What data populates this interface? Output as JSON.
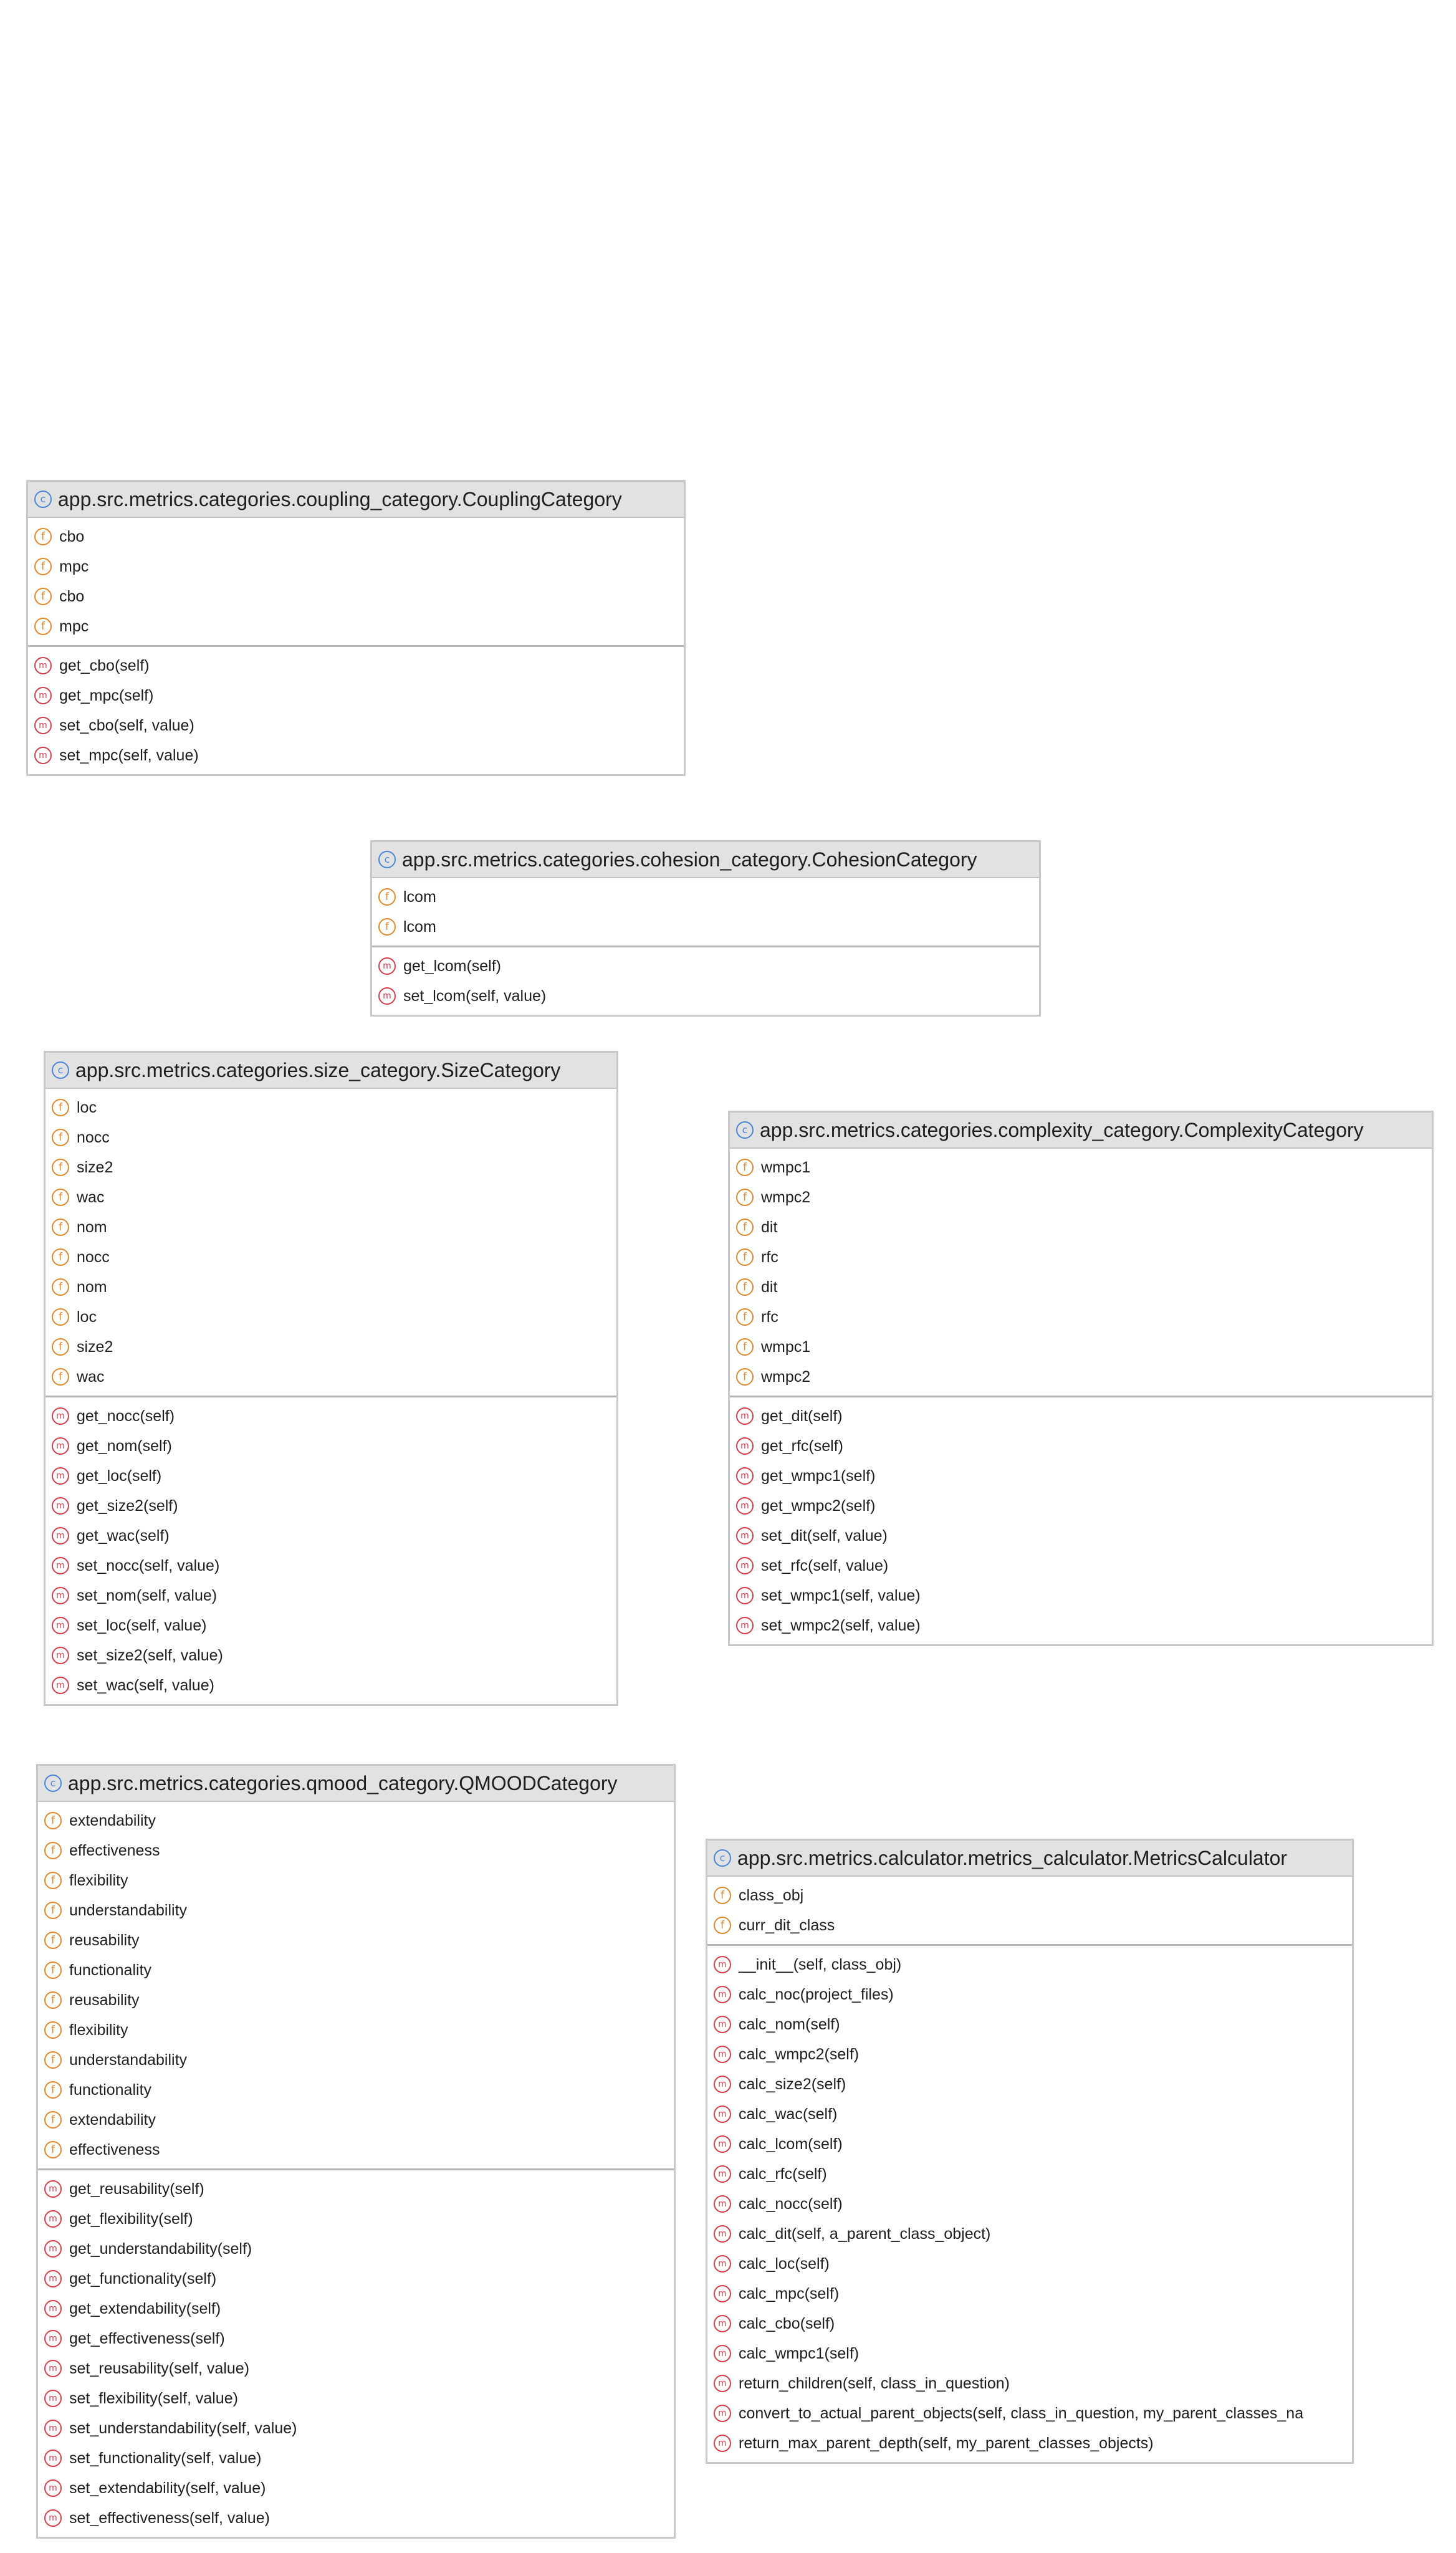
{
  "icons": {
    "class": {
      "name": "class-icon",
      "glyph": "c",
      "color": "#4a86d8"
    },
    "field": {
      "name": "field-icon",
      "glyph": "f",
      "color": "#e0892d"
    },
    "method": {
      "name": "method-icon",
      "glyph": "m",
      "color": "#d83d4b"
    }
  },
  "classes": [
    {
      "id": "coupling-category",
      "title": "app.src.metrics.categories.coupling_category.CouplingCategory",
      "fields": [
        "cbo",
        "mpc",
        "cbo",
        "mpc"
      ],
      "methods": [
        "get_cbo(self)",
        "get_mpc(self)",
        "set_cbo(self, value)",
        "set_mpc(self, value)"
      ]
    },
    {
      "id": "cohesion-category",
      "title": "app.src.metrics.categories.cohesion_category.CohesionCategory",
      "fields": [
        "lcom",
        "lcom"
      ],
      "methods": [
        "get_lcom(self)",
        "set_lcom(self, value)"
      ]
    },
    {
      "id": "size-category",
      "title": "app.src.metrics.categories.size_category.SizeCategory",
      "fields": [
        "loc",
        "nocc",
        "size2",
        "wac",
        "nom",
        "nocc",
        "nom",
        "loc",
        "size2",
        "wac"
      ],
      "methods": [
        "get_nocc(self)",
        "get_nom(self)",
        "get_loc(self)",
        "get_size2(self)",
        "get_wac(self)",
        "set_nocc(self, value)",
        "set_nom(self, value)",
        "set_loc(self, value)",
        "set_size2(self, value)",
        "set_wac(self, value)"
      ]
    },
    {
      "id": "complexity-category",
      "title": "app.src.metrics.categories.complexity_category.ComplexityCategory",
      "fields": [
        "wmpc1",
        "wmpc2",
        "dit",
        "rfc",
        "dit",
        "rfc",
        "wmpc1",
        "wmpc2"
      ],
      "methods": [
        "get_dit(self)",
        "get_rfc(self)",
        "get_wmpc1(self)",
        "get_wmpc2(self)",
        "set_dit(self, value)",
        "set_rfc(self, value)",
        "set_wmpc1(self, value)",
        "set_wmpc2(self, value)"
      ]
    },
    {
      "id": "qmood-category",
      "title": "app.src.metrics.categories.qmood_category.QMOODCategory",
      "fields": [
        "extendability",
        "effectiveness",
        "flexibility",
        "understandability",
        "reusability",
        "functionality",
        "reusability",
        "flexibility",
        "understandability",
        "functionality",
        "extendability",
        "effectiveness"
      ],
      "methods": [
        "get_reusability(self)",
        "get_flexibility(self)",
        "get_understandability(self)",
        "get_functionality(self)",
        "get_extendability(self)",
        "get_effectiveness(self)",
        "set_reusability(self, value)",
        "set_flexibility(self, value)",
        "set_understandability(self, value)",
        "set_functionality(self, value)",
        "set_extendability(self, value)",
        "set_effectiveness(self, value)"
      ]
    },
    {
      "id": "metrics-calculator",
      "title": "app.src.metrics.calculator.metrics_calculator.MetricsCalculator",
      "fields": [
        "class_obj",
        "curr_dit_class"
      ],
      "methods": [
        "__init__(self, class_obj)",
        "calc_noc(project_files)",
        "calc_nom(self)",
        "calc_wmpc2(self)",
        "calc_size2(self)",
        "calc_wac(self)",
        "calc_lcom(self)",
        "calc_rfc(self)",
        "calc_nocc(self)",
        "calc_dit(self, a_parent_class_object)",
        "calc_loc(self)",
        "calc_mpc(self)",
        "calc_cbo(self)",
        "calc_wmpc1(self)",
        "return_children(self, class_in_question)",
        "convert_to_actual_parent_objects(self, class_in_question, my_parent_classes_na",
        "return_max_parent_depth(self, my_parent_classes_objects)"
      ]
    }
  ]
}
